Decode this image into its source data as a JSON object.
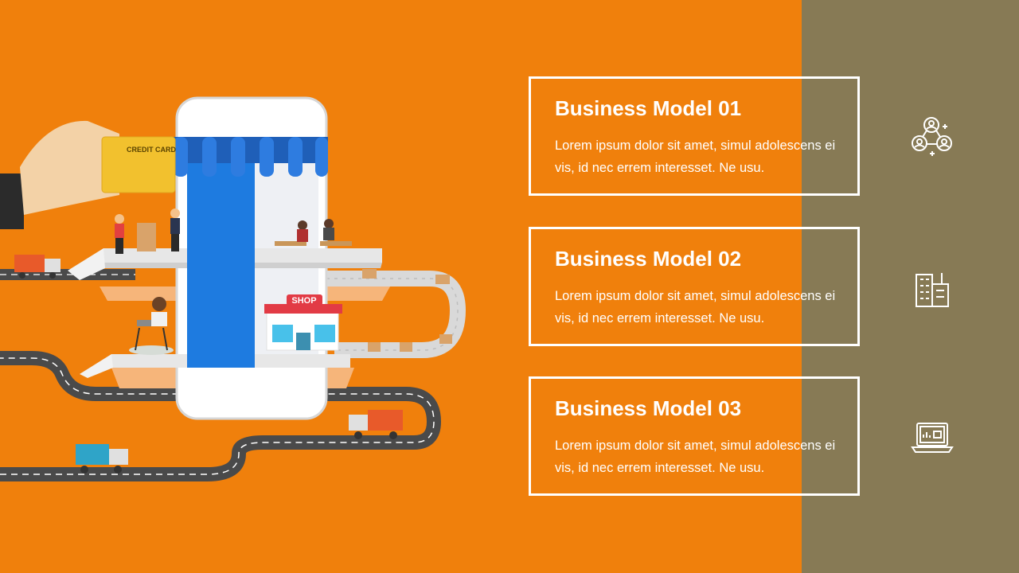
{
  "colors": {
    "accent": "#F0800C",
    "side_panel": "#877A55",
    "text": "#FFFFFF"
  },
  "illustration": {
    "credit_card_label": "CREDIT CARD",
    "shop_sign": "SHOP"
  },
  "cards": [
    {
      "title": "Business Model 01",
      "text": "Lorem ipsum dolor sit amet, simul adolescens ei vis, id nec errem interesset. Ne usu.",
      "icon": "people-network-icon"
    },
    {
      "title": "Business Model 02",
      "text": "Lorem ipsum dolor sit amet, simul adolescens ei vis, id nec errem interesset. Ne usu.",
      "icon": "buildings-icon"
    },
    {
      "title": "Business Model 03",
      "text": "Lorem ipsum dolor sit amet, simul adolescens ei vis, id nec errem interesset. Ne usu.",
      "icon": "laptop-icon"
    }
  ]
}
